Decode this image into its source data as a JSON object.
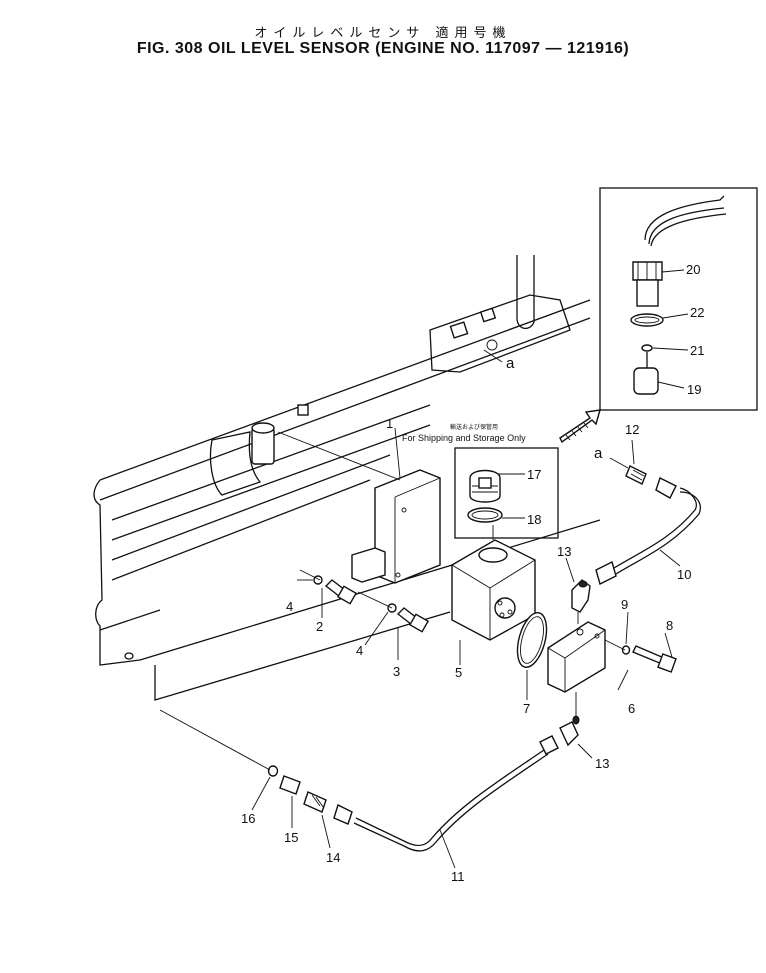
{
  "header": {
    "title_jp": "オイルレベルセンサ 適用号機",
    "title": "FIG. 308  OIL LEVEL SENSOR (ENGINE NO. 117097 — 121916)"
  },
  "shipping_note": {
    "jp": "輸送および保管用",
    "en": "For Shipping and Storage Only"
  },
  "reference_letter": "a",
  "part_numbers": [
    "1",
    "2",
    "3",
    "4",
    "4",
    "5",
    "6",
    "7",
    "8",
    "9",
    "10",
    "11",
    "12",
    "13",
    "13",
    "14",
    "15",
    "16",
    "17",
    "18",
    "19",
    "20",
    "21",
    "22"
  ]
}
